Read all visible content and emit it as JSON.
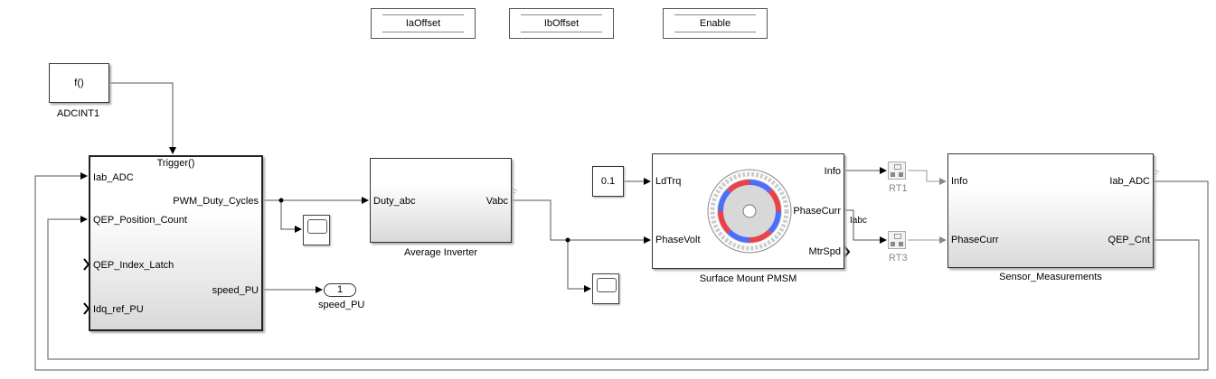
{
  "controls": [
    {
      "label": "IaOffset"
    },
    {
      "label": "IbOffset"
    },
    {
      "label": "Enable"
    }
  ],
  "function_call": {
    "text": "f()",
    "name": "ADCINT1"
  },
  "controller": {
    "trigger": "Trigger()",
    "inputs": [
      "Iab_ADC",
      "QEP_Position_Count",
      "QEP_Index_Latch",
      "Idq_ref_PU"
    ],
    "outputs": [
      "PWM_Duty_Cycles",
      "speed_PU"
    ]
  },
  "outport": {
    "number": "1",
    "name": "speed_PU"
  },
  "inverter": {
    "name": "Average Inverter",
    "input": "Duty_abc",
    "output": "Vabc"
  },
  "constant": {
    "value": "0.1"
  },
  "motor": {
    "name": "Surface Mount PMSM",
    "inputs": [
      "LdTrq",
      "PhaseVolt"
    ],
    "outputs": [
      "Info",
      "PhaseCurr",
      "MtrSpd"
    ],
    "colors": {
      "north": "#e8434b",
      "south": "#4f6ef7"
    }
  },
  "signal_label": "Iabc",
  "rate_transitions": [
    {
      "name": "RT1"
    },
    {
      "name": "RT3"
    }
  ],
  "sensor": {
    "name": "Sensor_Measurements",
    "inputs": [
      "Info",
      "PhaseCurr"
    ],
    "outputs": [
      "Iab_ADC",
      "QEP_Cnt"
    ]
  }
}
